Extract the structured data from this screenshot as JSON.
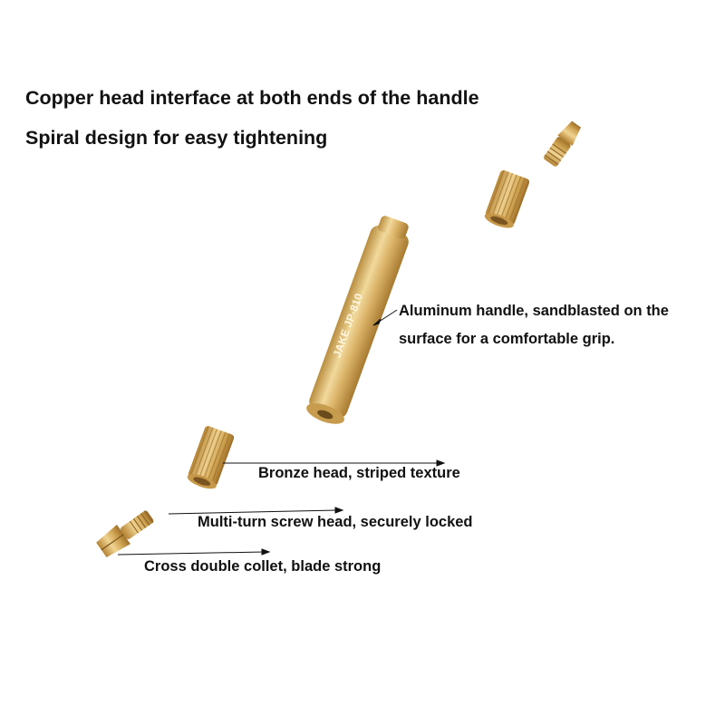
{
  "headlines": [
    "Copper head interface at both ends of the handle",
    "Spiral design for easy tightening"
  ],
  "callouts": {
    "handle_line1": "Aluminum handle, sandblasted on the",
    "handle_line2": "surface for a comfortable grip.",
    "bronze": "Bronze head, striped texture",
    "screw": "Multi-turn screw head, securely locked",
    "collet": "Cross double collet, blade strong"
  },
  "handle_marking": "JAKE  JP-810",
  "colors": {
    "brass": "#d8b36a",
    "brass_light": "#f4dfa6",
    "brass_dark": "#a87a30",
    "text": "#111111"
  }
}
